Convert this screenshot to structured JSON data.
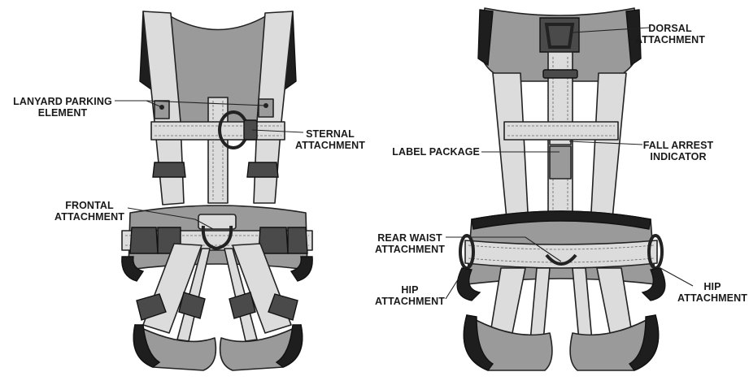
{
  "colors": {
    "strap": "#dcdcdc",
    "padding": "#9a9a9a",
    "dark_padding": "#1e1e1e",
    "buckle": "#4a4a4a",
    "outline": "#222222",
    "background": "#ffffff"
  },
  "labels": {
    "lanyard_parking": {
      "line1": "LANYARD PARKING",
      "line2": "ELEMENT"
    },
    "sternal": {
      "line1": "STERNAL",
      "line2": "ATTACHMENT"
    },
    "frontal": {
      "line1": "FRONTAL",
      "line2": "ATTACHMENT"
    },
    "dorsal": {
      "line1": "DORSAL",
      "line2": "ATTACHMENT"
    },
    "label_package": {
      "line1": "LABEL PACKAGE"
    },
    "fall_arrest": {
      "line1": "FALL ARREST",
      "line2": "INDICATOR"
    },
    "rear_waist": {
      "line1": "REAR WAIST",
      "line2": "ATTACHMENT"
    },
    "hip_left": {
      "line1": "HIP",
      "line2": "ATTACHMENT"
    },
    "hip_right": {
      "line1": "HIP",
      "line2": "ATTACHMENT"
    }
  }
}
